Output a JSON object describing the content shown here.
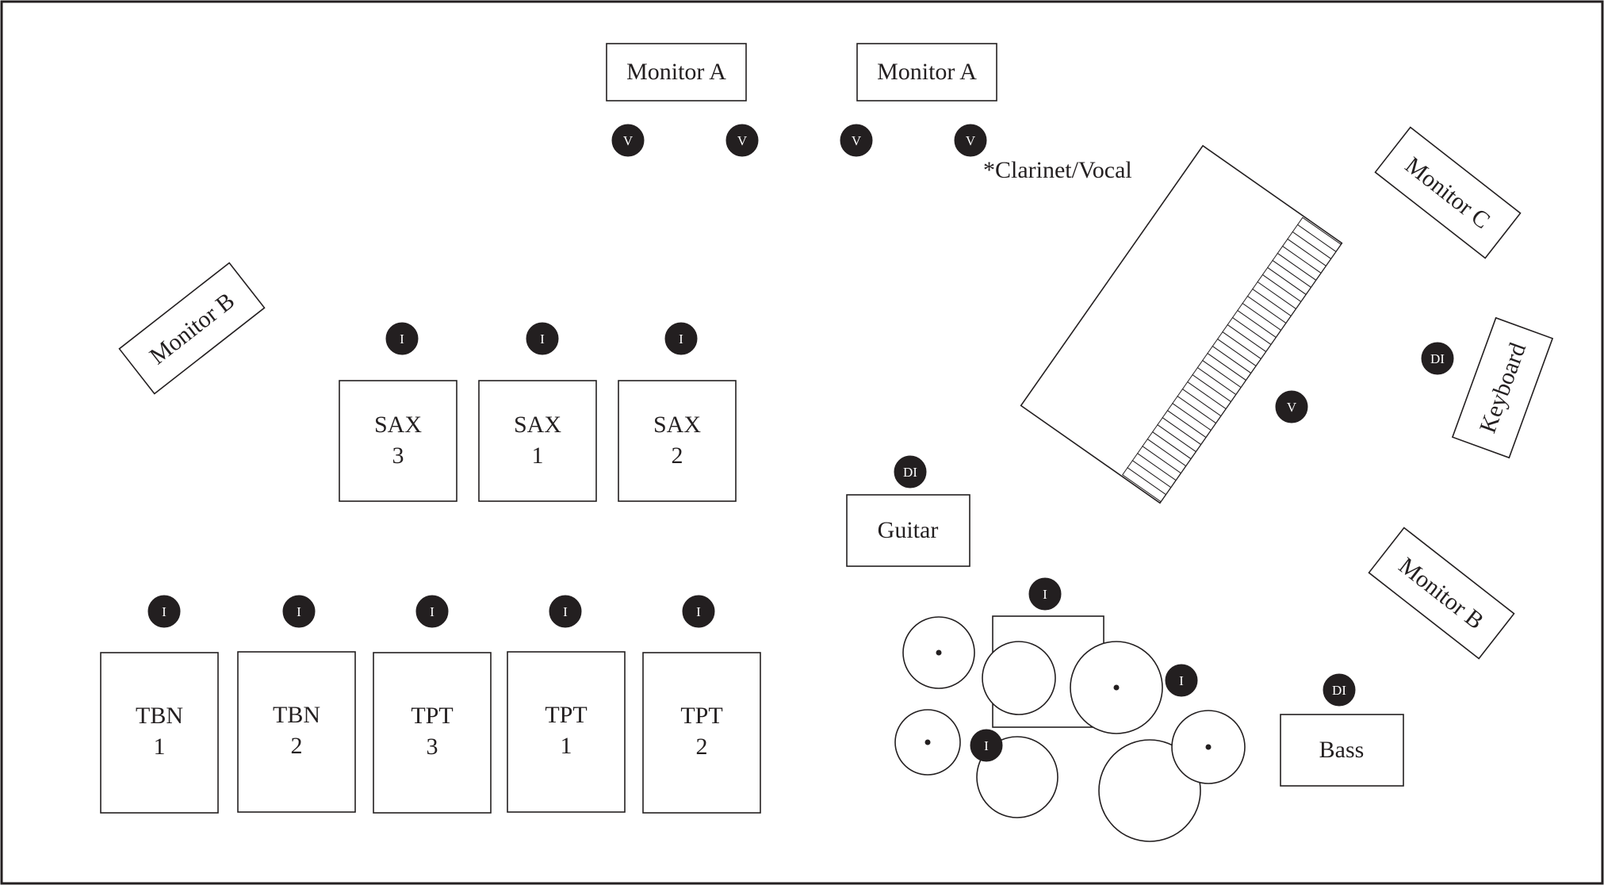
{
  "colors": {
    "ink": "#231f20",
    "background": "#ffffff"
  },
  "monitors": {
    "front_left": "Monitor A",
    "front_right": "Monitor A",
    "side_left": "Monitor B",
    "side_right": "Monitor B",
    "keyboard_side": "Monitor C"
  },
  "vocal_mic_label": "V",
  "instrument_mic_label": "I",
  "direct_input_label": "DI",
  "clarinet_note": "*Clarinet/Vocal",
  "saxes": [
    {
      "line1": "SAX",
      "line2": "3"
    },
    {
      "line1": "SAX",
      "line2": "1"
    },
    {
      "line1": "SAX",
      "line2": "2"
    }
  ],
  "brass": [
    {
      "line1": "TBN",
      "line2": "1"
    },
    {
      "line1": "TBN",
      "line2": "2"
    },
    {
      "line1": "TPT",
      "line2": "3"
    },
    {
      "line1": "TPT",
      "line2": "1"
    },
    {
      "line1": "TPT",
      "line2": "2"
    }
  ],
  "guitar": "Guitar",
  "bass": "Bass",
  "keyboard": "Keyboard"
}
